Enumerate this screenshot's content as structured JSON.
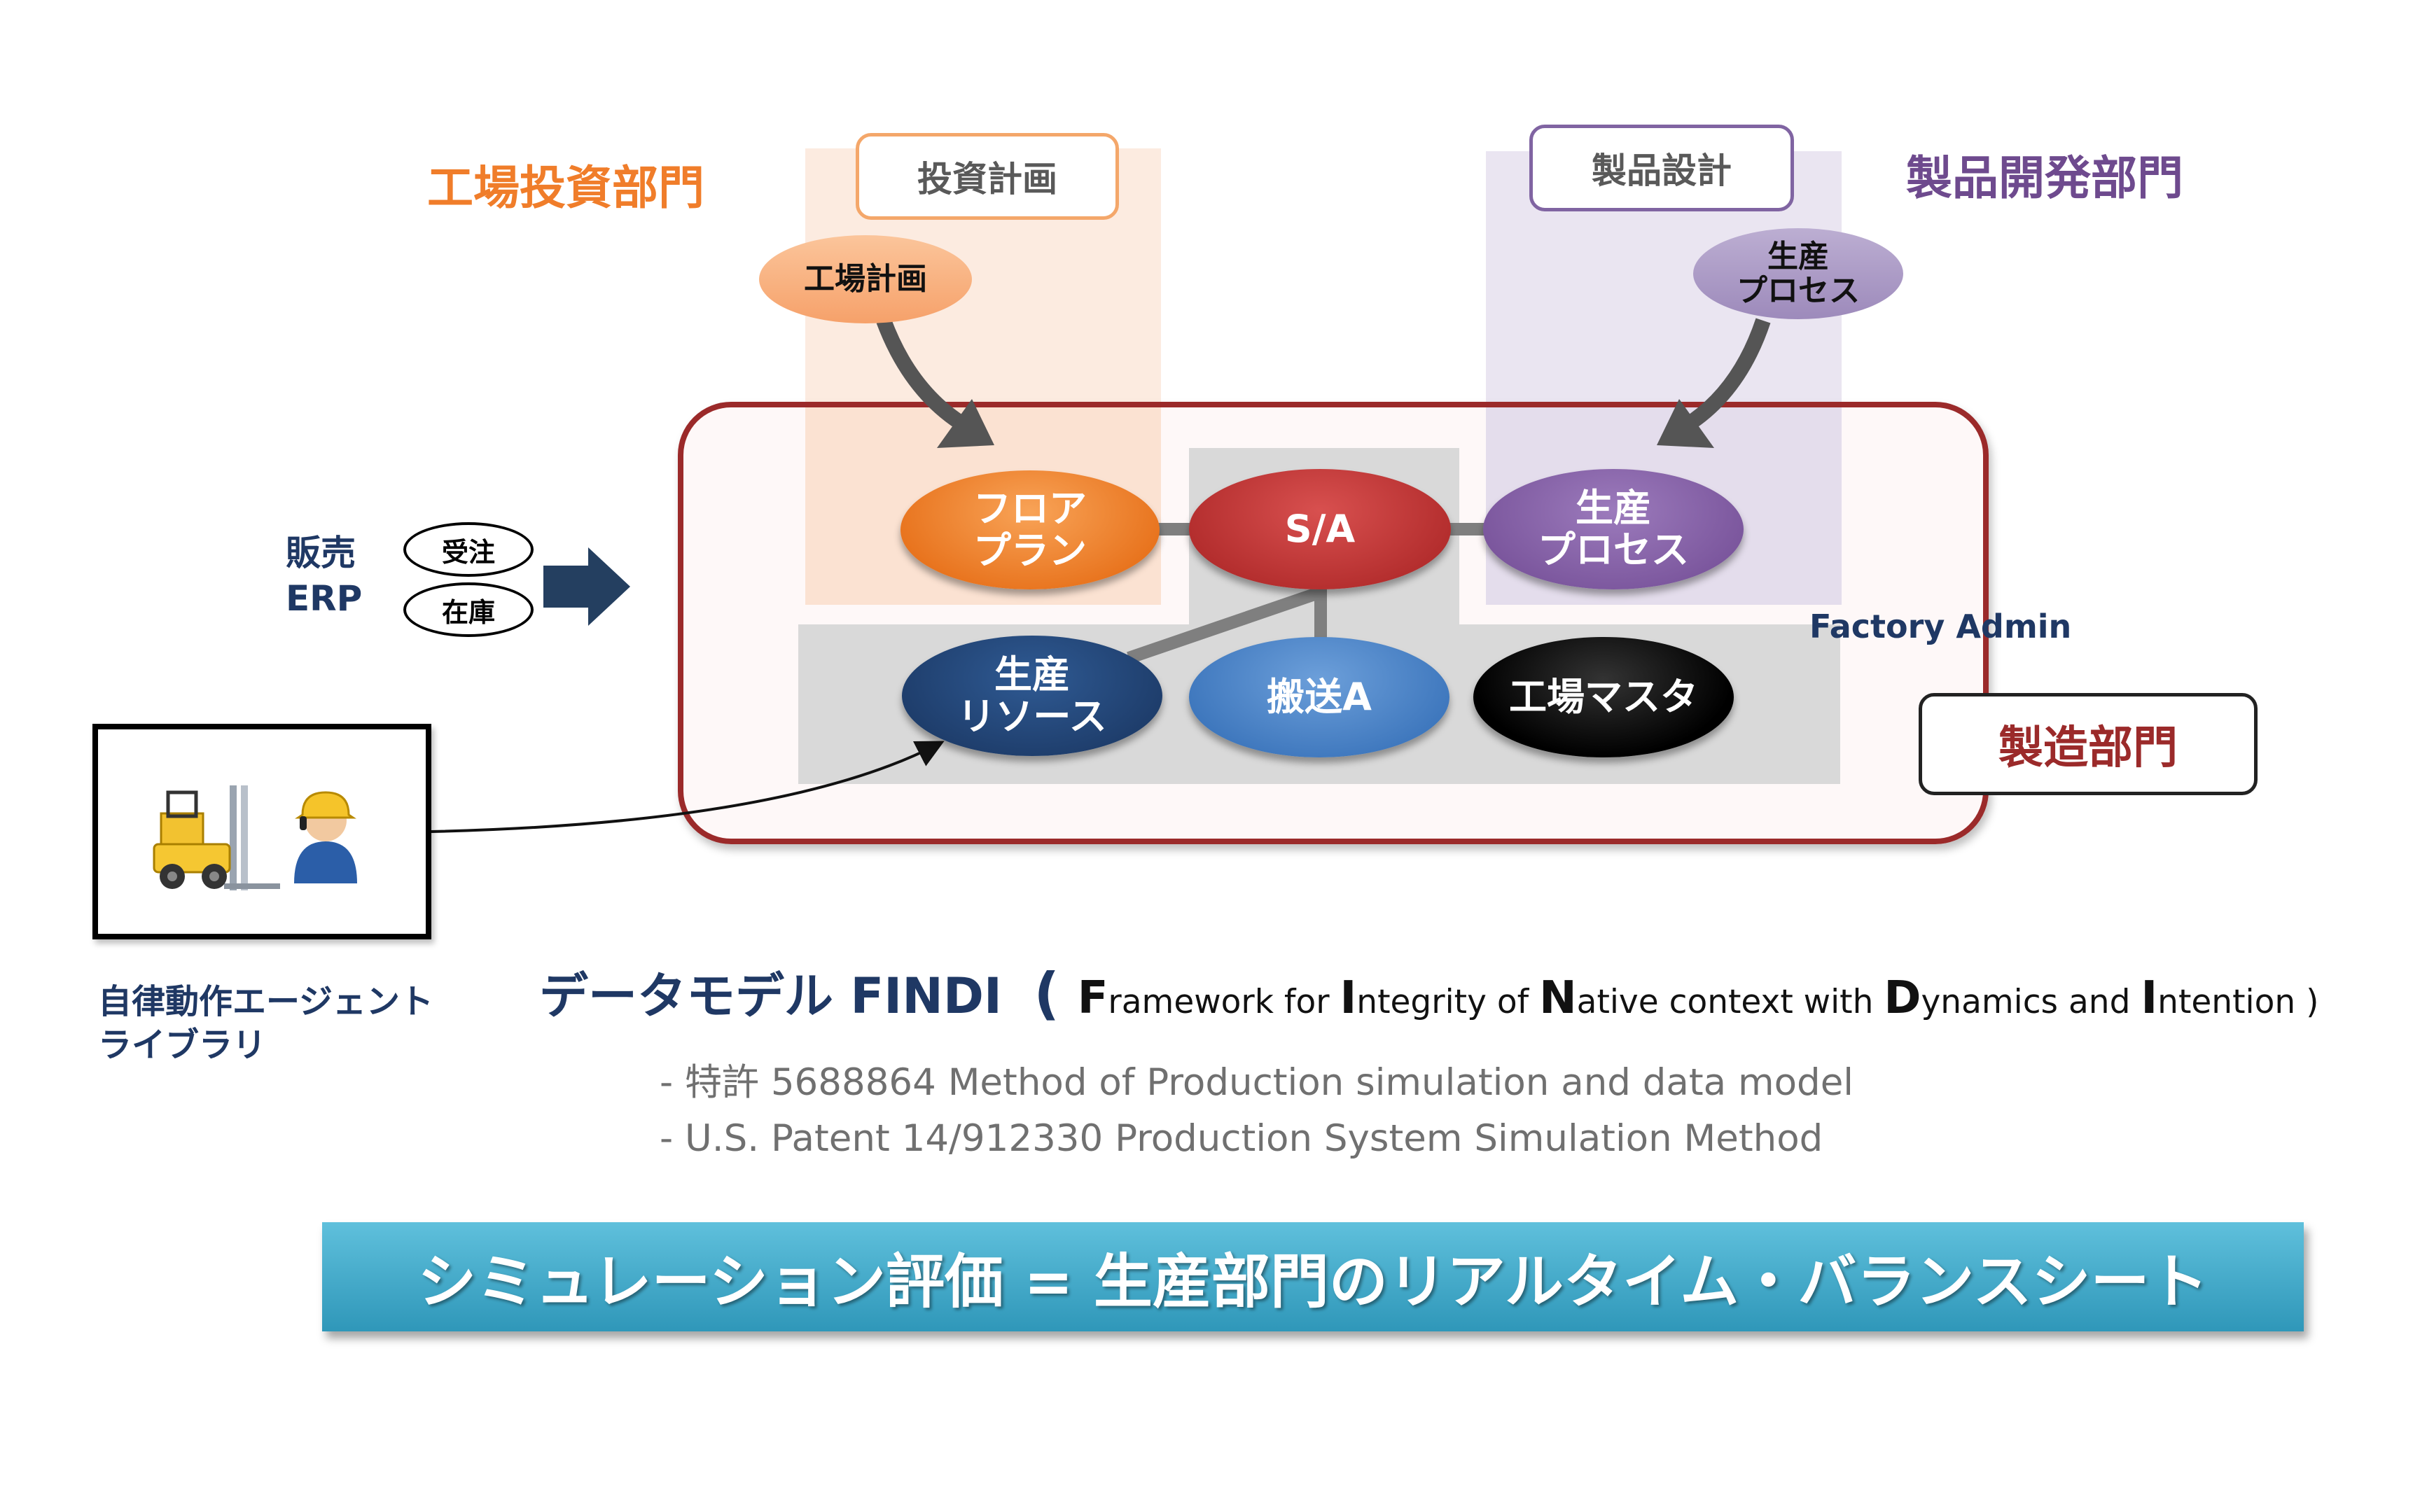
{
  "departments": {
    "factory_investment": "工場投資部門",
    "product_development": "製品開発部門",
    "manufacturing": "製造部門"
  },
  "boxes": {
    "investment_plan": "投資計画",
    "product_design": "製品設計"
  },
  "nodes": {
    "factory_plan": "工場計画",
    "production_process_top": "生産\nプロセス",
    "floor_plan": "フロア\nプラン",
    "sa": "S/A",
    "production_process": "生産\nプロセス",
    "production_resource": "生産\nリソース",
    "transport": "搬送A",
    "factory_master": "工場マスタ"
  },
  "factory_admin": "Factory Admin",
  "sales": {
    "label": "販売\nERP",
    "orders": "受注",
    "inventory": "在庫"
  },
  "agent_library": "自律動作エージェント\nライブラリ",
  "agent_icons": [
    "forklift-icon",
    "worker-icon"
  ],
  "data_model": {
    "prefix": "データモデル  FINDI",
    "open_paren": "(",
    "expansion": [
      {
        "cap": "F",
        "rest": "ramework for "
      },
      {
        "cap": "I",
        "rest": "ntegrity of "
      },
      {
        "cap": "N",
        "rest": "ative context with "
      },
      {
        "cap": "D",
        "rest": "ynamics and "
      },
      {
        "cap": "I",
        "rest": "ntention "
      }
    ],
    "close_paren": ")"
  },
  "patents": [
    "- 特許 5688864  Method of Production simulation and data model",
    "- U.S. Patent 14/912330 Production System Simulation Method"
  ],
  "banner": "シミュレーション評価 = 生産部門のリアルタイム・バランスシート",
  "colors": {
    "orange": "#f07d2a",
    "purple": "#6e4a8e",
    "dark_red": "#9b2a2a",
    "navy": "#1f3864",
    "banner_teal": "#38a3c4"
  }
}
